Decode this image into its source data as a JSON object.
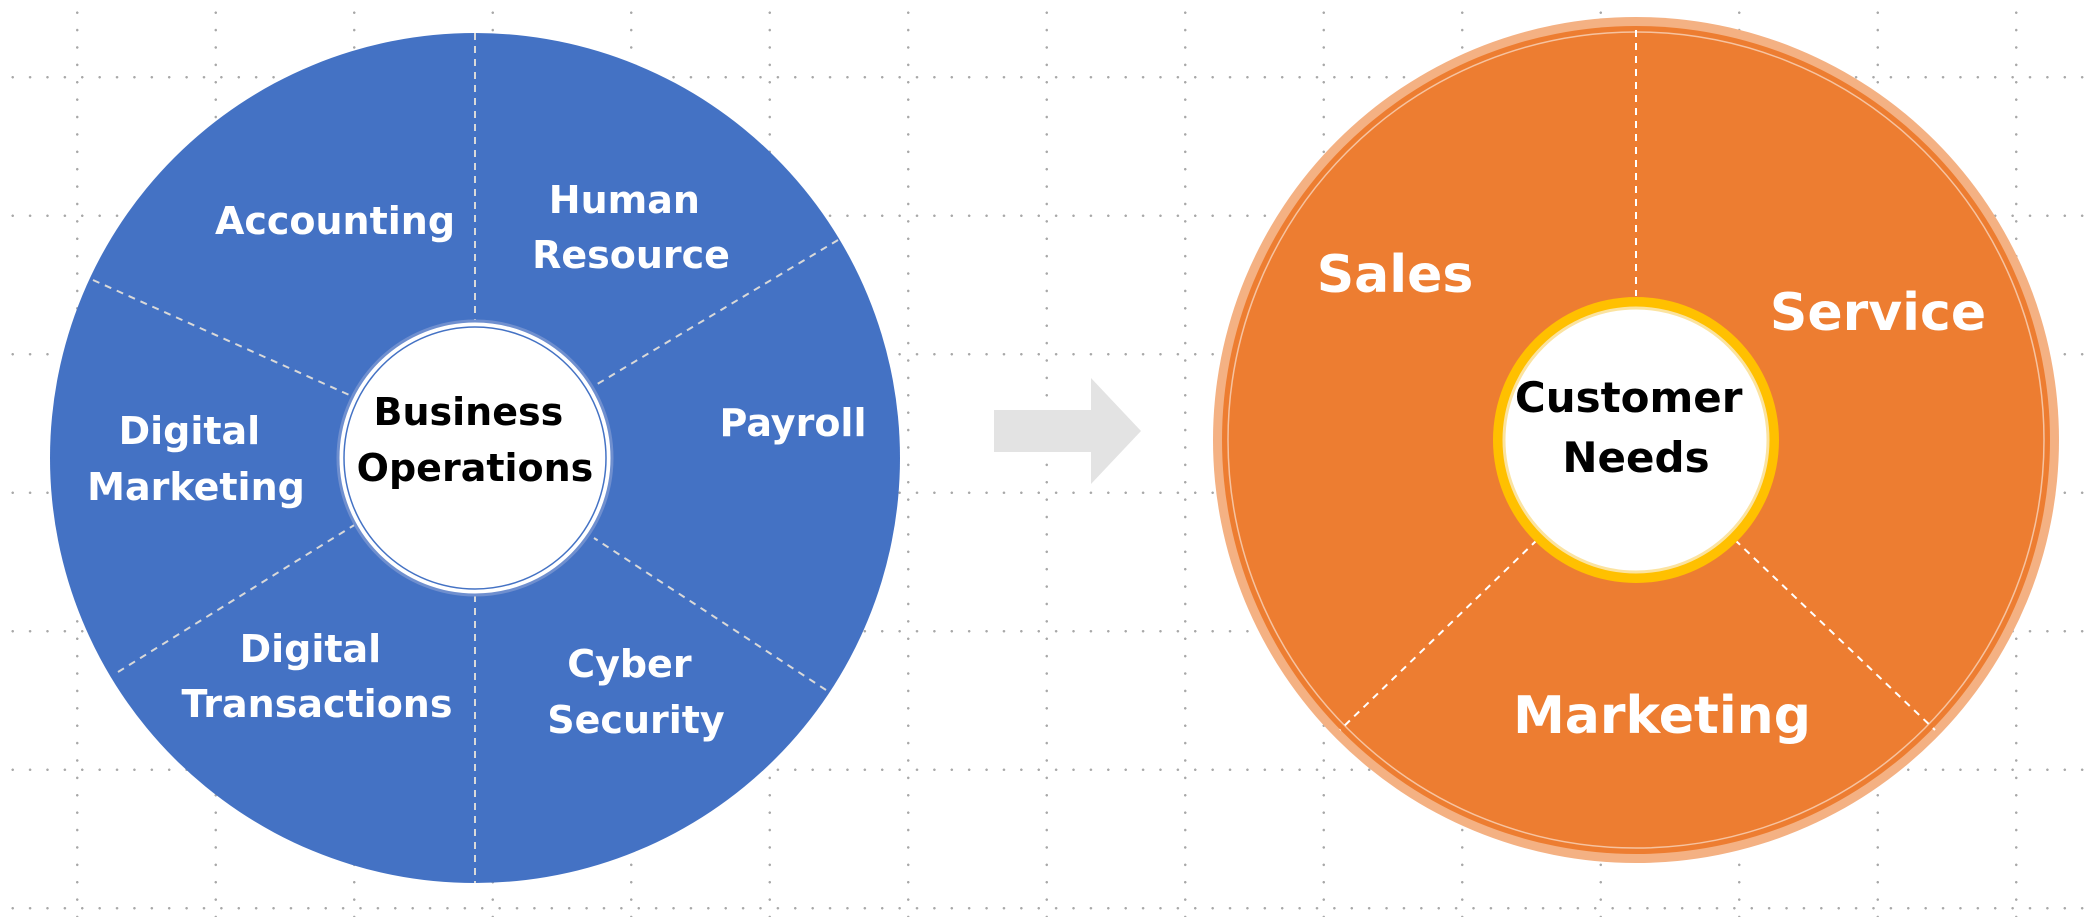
{
  "colors": {
    "blue_wheel": "#4472c4",
    "orange_wheel": "#ed7d31",
    "orange_ring": "#f4b183",
    "gold_ring": "#ffc000",
    "arrow": "#e3e3e3",
    "divider": "#d9d9d9"
  },
  "left_wheel": {
    "center": [
      "Business",
      "Operations"
    ],
    "segments": [
      {
        "lines": [
          "Accounting"
        ]
      },
      {
        "lines": [
          "Human",
          "Resource"
        ]
      },
      {
        "lines": [
          "Payroll"
        ]
      },
      {
        "lines": [
          "Cyber",
          "Security"
        ]
      },
      {
        "lines": [
          "Digital",
          "Transactions"
        ]
      },
      {
        "lines": [
          "Digital",
          "Marketing"
        ]
      }
    ]
  },
  "arrow": {
    "icon": "right-arrow-icon"
  },
  "right_wheel": {
    "center": [
      "Customer",
      "Needs"
    ],
    "segments": [
      {
        "lines": [
          "Sales"
        ]
      },
      {
        "lines": [
          "Service"
        ]
      },
      {
        "lines": [
          "Marketing"
        ]
      }
    ]
  }
}
